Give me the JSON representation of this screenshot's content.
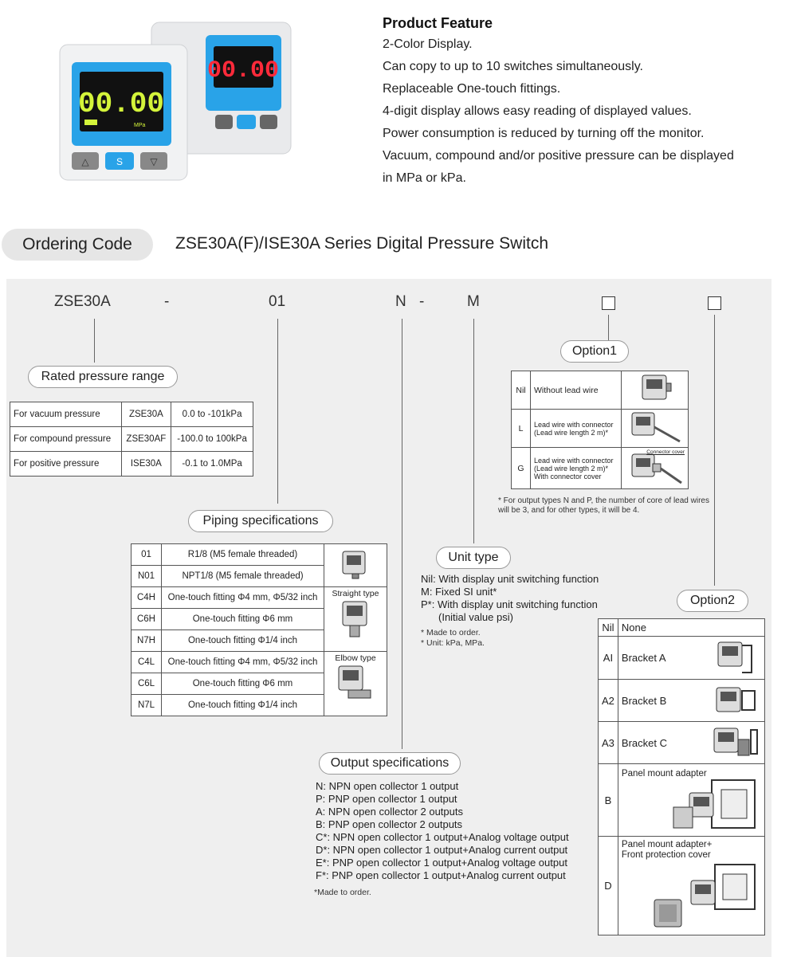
{
  "feature": {
    "title": "Product Feature",
    "lines": [
      "2-Color Display.",
      "Can copy to up to 10 switches simultaneously.",
      "Replaceable One-touch fittings.",
      "4-digit display allows easy reading of displayed values.",
      "Power consumption is reduced by turning off the monitor.",
      "Vacuum, compound and/or positive pressure can be displayed",
      "in MPa or kPa."
    ]
  },
  "product_image": {
    "front_display": "00.00",
    "back_display": "00.00",
    "unit_label": "MPa",
    "button_label": "S",
    "display_color_front": "#d4f43a",
    "display_color_back": "#ff2a3a",
    "frame_color": "#29a3e8"
  },
  "ordering": {
    "pill": "Ordering Code",
    "title": "ZSE30A(F)/ISE30A Series Digital Pressure Switch"
  },
  "code": {
    "part1": "ZSE30A",
    "dash1": "-",
    "part2": "01",
    "part3": "N",
    "dash2": "-",
    "part4": "M"
  },
  "rated": {
    "label": "Rated pressure range",
    "rows": [
      [
        "For vacuum pressure",
        "ZSE30A",
        "0.0 to -101kPa"
      ],
      [
        "For compound pressure",
        "ZSE30AF",
        "-100.0 to 100kPa"
      ],
      [
        "For positive pressure",
        "ISE30A",
        "-0.1 to 1.0MPa"
      ]
    ]
  },
  "piping": {
    "label": "Piping specifications",
    "rows": [
      [
        "01",
        "R1/8 (M5 female threaded)"
      ],
      [
        "N01",
        "NPT1/8 (M5 female threaded)"
      ],
      [
        "C4H",
        "One-touch fitting Φ4 mm, Φ5/32 inch"
      ],
      [
        "C6H",
        "One-touch fitting Φ6 mm"
      ],
      [
        "N7H",
        "One-touch fitting Φ1/4 inch"
      ],
      [
        "C4L",
        "One-touch fitting Φ4 mm, Φ5/32 inch"
      ],
      [
        "C6L",
        "One-touch fitting Φ6 mm"
      ],
      [
        "N7L",
        "One-touch fitting Φ1/4 inch"
      ]
    ],
    "straight": "Straight type",
    "elbow": "Elbow type"
  },
  "output": {
    "label": "Output specifications",
    "lines": [
      "N: NPN open collector 1 output",
      "P: PNP open collector 1 output",
      "A: NPN open collector 2 outputs",
      "B: PNP open collector 2 outputs",
      "C*: NPN open collector 1 output+Analog voltage output",
      "D*: NPN open collector 1 output+Analog current output",
      "E*: PNP open collector 1 output+Analog voltage output",
      "F*: PNP open collector 1 output+Analog current output"
    ],
    "note": "*Made to order."
  },
  "unit": {
    "label": "Unit type",
    "lines": [
      "Nil: With display unit switching function",
      "M: Fixed SI unit*",
      "P*: With display unit switching function",
      "(Initial value psi)"
    ],
    "notes": [
      "* Made to order.",
      "* Unit: kPa, MPa."
    ]
  },
  "option1": {
    "label": "Option1",
    "rows": [
      {
        "code": "Nil",
        "desc": "Without lead wire"
      },
      {
        "code": "L",
        "desc": "Lead wire with connector (Lead wire length 2 m)*"
      },
      {
        "code": "G",
        "desc": "Lead wire with connector (Lead wire length 2 m)* With connector cover"
      }
    ],
    "cover_label": "Connector cover",
    "note": "* For output types N and P, the number of core of lead wires will be 3, and for other types, it will be 4."
  },
  "option2": {
    "label": "Option2",
    "rows": [
      {
        "code": "Nil",
        "desc": "None"
      },
      {
        "code": "AI",
        "desc": "Bracket A"
      },
      {
        "code": "A2",
        "desc": "Bracket B"
      },
      {
        "code": "A3",
        "desc": "Bracket C"
      },
      {
        "code": "B",
        "desc": "Panel mount adapter"
      },
      {
        "code": "D",
        "desc": "Panel mount adapter+ Front protection cover"
      }
    ]
  }
}
